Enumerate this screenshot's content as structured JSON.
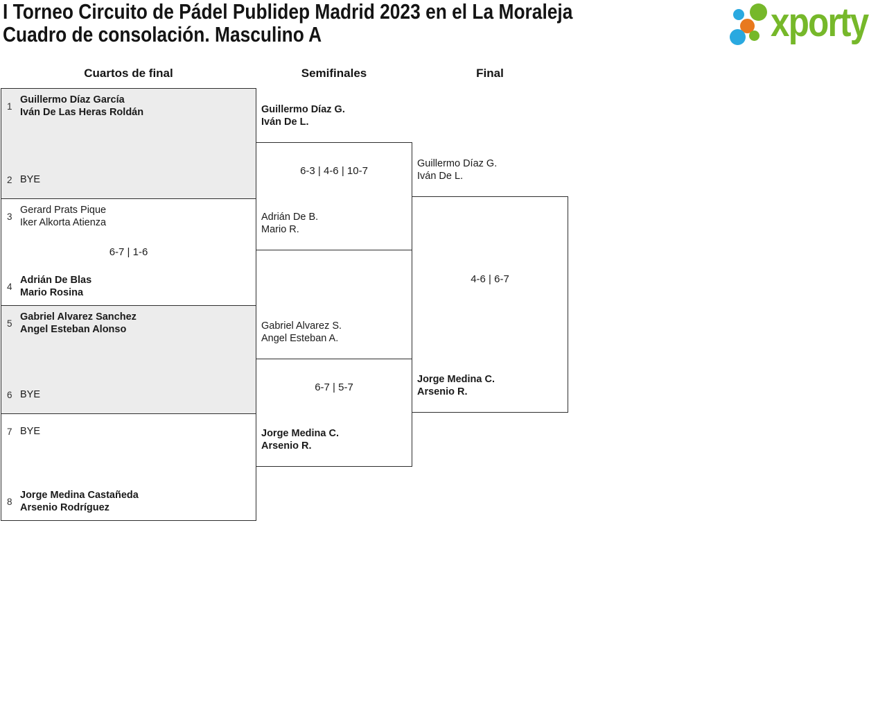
{
  "title": {
    "line1": "I Torneo Circuito de Pádel Publidep Madrid 2023 en el La Moraleja",
    "line2": "Cuadro de consolación. Masculino A"
  },
  "logo": {
    "text": "xporty"
  },
  "colors": {
    "green": "#76b82a",
    "blue": "#2aa9e0",
    "orange": "#e8791e",
    "gray": "#ececec",
    "border": "#2e2e2e",
    "text": "#1a1a1a"
  },
  "round_headers": [
    {
      "label": "Cuartos de final"
    },
    {
      "label": "Semifinales"
    },
    {
      "label": "Final"
    }
  ],
  "quarterfinals": [
    {
      "seed_top": "1",
      "top_line1": "Guillermo Díaz García",
      "top_line2": "Iván De Las Heras Roldán",
      "score": "",
      "seed_bottom": "2",
      "bottom_line1": "BYE",
      "bottom_line2": "",
      "winner": "top"
    },
    {
      "seed_top": "3",
      "top_line1": "Gerard Prats Pique",
      "top_line2": "Iker Alkorta Atienza",
      "score": "6-7 | 1-6",
      "seed_bottom": "4",
      "bottom_line1": "Adrián De Blas",
      "bottom_line2": "Mario Rosina",
      "winner": "bottom"
    },
    {
      "seed_top": "5",
      "top_line1": "Gabriel Alvarez Sanchez",
      "top_line2": "Angel Esteban Alonso",
      "score": "",
      "seed_bottom": "6",
      "bottom_line1": "BYE",
      "bottom_line2": "",
      "winner": "top"
    },
    {
      "seed_top": "7",
      "top_line1": "BYE",
      "top_line2": "",
      "score": "",
      "seed_bottom": "8",
      "bottom_line1": "Jorge Medina Castañeda",
      "bottom_line2": "Arsenio Rodríguez",
      "winner": "bottom"
    }
  ],
  "semifinals": [
    {
      "top_line1": "Guillermo Díaz G.",
      "top_line2": "Iván De L.",
      "score": "6-3 | 4-6 | 10-7",
      "bottom_line1": "Adrián De B.",
      "bottom_line2": "Mario R.",
      "winner": "top"
    },
    {
      "top_line1": "Gabriel Alvarez S.",
      "top_line2": "Angel Esteban A.",
      "score": "6-7 | 5-7",
      "bottom_line1": "Jorge Medina C.",
      "bottom_line2": "Arsenio R.",
      "winner": "bottom"
    }
  ],
  "final": {
    "top_line1": "Guillermo Díaz G.",
    "top_line2": "Iván De L.",
    "score": "4-6 | 6-7",
    "bottom_line1": "Jorge Medina C.",
    "bottom_line2": "Arsenio R.",
    "winner": "bottom"
  }
}
